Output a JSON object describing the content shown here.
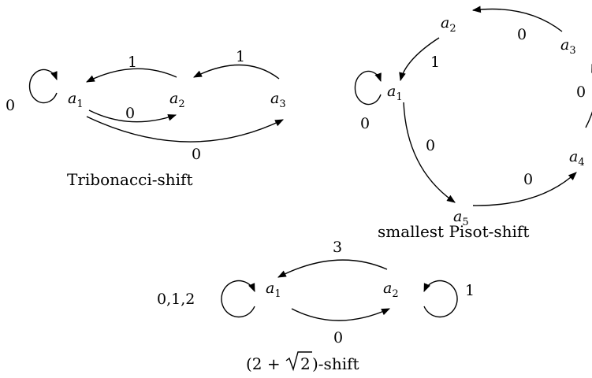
{
  "diagrams": {
    "tribonacci": {
      "caption": "Tribonacci-shift",
      "nodes": [
        {
          "name": "a",
          "sub": "1"
        },
        {
          "name": "a",
          "sub": "2"
        },
        {
          "name": "a",
          "sub": "3"
        }
      ],
      "edges": [
        {
          "from": "a1",
          "to": "a1",
          "label": "0"
        },
        {
          "from": "a2",
          "to": "a1",
          "label": "1"
        },
        {
          "from": "a1",
          "to": "a2",
          "label": "0"
        },
        {
          "from": "a3",
          "to": "a2",
          "label": "1"
        },
        {
          "from": "a1",
          "to": "a3",
          "label": "0"
        }
      ]
    },
    "pisot": {
      "caption": "smallest Pisot-shift",
      "nodes": [
        {
          "name": "a",
          "sub": "1"
        },
        {
          "name": "a",
          "sub": "2"
        },
        {
          "name": "a",
          "sub": "3"
        },
        {
          "name": "a",
          "sub": "4"
        },
        {
          "name": "a",
          "sub": "5"
        }
      ],
      "edges": [
        {
          "from": "a1",
          "to": "a1",
          "label": "0"
        },
        {
          "from": "a2",
          "to": "a1",
          "label": "1"
        },
        {
          "from": "a3",
          "to": "a2",
          "label": "0"
        },
        {
          "from": "a4",
          "to": "a3",
          "label": "0"
        },
        {
          "from": "a5",
          "to": "a4",
          "label": "0"
        },
        {
          "from": "a1",
          "to": "a5",
          "label": "0"
        }
      ]
    },
    "two_plus_sqrt2": {
      "caption_prefix": "(2 + ",
      "caption_sqrt_arg": "2",
      "caption_suffix": ")-shift",
      "nodes": [
        {
          "name": "a",
          "sub": "1"
        },
        {
          "name": "a",
          "sub": "2"
        }
      ],
      "edges": [
        {
          "from": "a1",
          "to": "a1",
          "label": "0,1,2"
        },
        {
          "from": "a2",
          "to": "a1",
          "label": "3"
        },
        {
          "from": "a1",
          "to": "a2",
          "label": "0"
        },
        {
          "from": "a2",
          "to": "a2",
          "label": "1"
        }
      ]
    }
  }
}
